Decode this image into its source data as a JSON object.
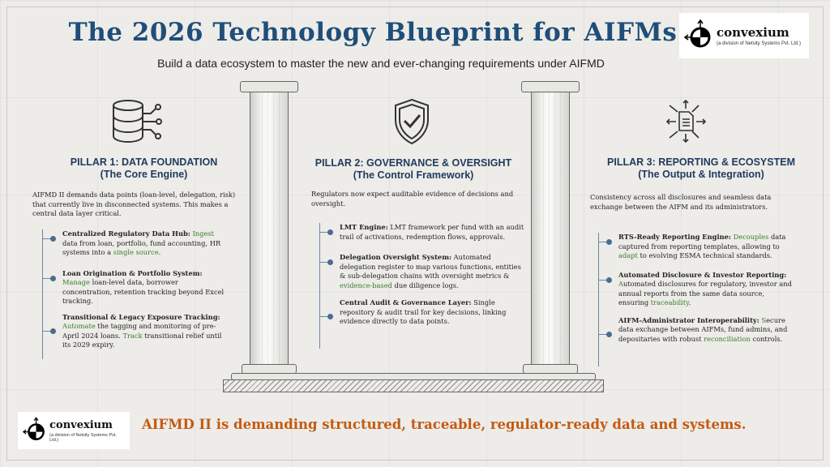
{
  "header": {
    "title": "The 2026 Technology Blueprint for AIFMs",
    "subtitle": "Build a data ecosystem to master the new and ever-changing requirements under AIFMD"
  },
  "logo": {
    "name": "convexium",
    "tagline": "(a division of Netsity Systems Pvt. Ltd.)"
  },
  "pillars": [
    {
      "icon": "database-icon",
      "title": "PILLAR 1: DATA FOUNDATION",
      "subtitle": "(The Core Engine)",
      "description": "AIFMD II demands data points (loan-level, delegation, risk) that currently live in disconnected systems. This makes a central data layer critical.",
      "items": [
        {
          "heading": "Centralized Regulatory Data Hub:",
          "segments": [
            {
              "t": " "
            },
            {
              "t": "Ingest",
              "g": true
            },
            {
              "t": " data from loan, portfolio, fund accounting, HR systems into a "
            },
            {
              "t": "single source",
              "g": true
            },
            {
              "t": "."
            }
          ]
        },
        {
          "heading": "Loan Origination & Portfolio System:",
          "segments": [
            {
              "t": " "
            },
            {
              "t": "Manage",
              "g": true
            },
            {
              "t": " loan-level data, borrower concentration, retention tracking beyond Excel tracking."
            }
          ]
        },
        {
          "heading": "Transitional & Legacy Exposure Tracking:",
          "segments": [
            {
              "t": " "
            },
            {
              "t": "Automate",
              "g": true
            },
            {
              "t": " the tagging and monitoring of pre-April 2024 loans. "
            },
            {
              "t": "Track",
              "g": true
            },
            {
              "t": " transitional relief until its 2029 expiry."
            }
          ]
        }
      ]
    },
    {
      "icon": "shield-check-icon",
      "title": "PILLAR 2: GOVERNANCE & OVERSIGHT",
      "subtitle": "(The Control Framework)",
      "description": "Regulators now expect auditable evidence of decisions and oversight.",
      "items": [
        {
          "heading": "LMT Engine:",
          "segments": [
            {
              "t": " LMT framework per fund with an audit trail of activations, redemption flows, approvals."
            }
          ]
        },
        {
          "heading": "Delegation Oversight System:",
          "segments": [
            {
              "t": " Automated delegation register to map various functions, entities & sub-delegation chains with oversight metrics & "
            },
            {
              "t": "evidence-based",
              "g": true
            },
            {
              "t": " due diligence logs."
            }
          ]
        },
        {
          "heading": "Central Audit & Governance Layer:",
          "segments": [
            {
              "t": " Single repository & audit trail for key decisions, linking evidence directly to data points."
            }
          ]
        }
      ]
    },
    {
      "icon": "document-network-icon",
      "title": "PILLAR 3: REPORTING & ECOSYSTEM",
      "subtitle": "(The Output & Integration)",
      "description": "Consistency across all disclosures and seamless data exchange between the AIFM and its administrators.",
      "items": [
        {
          "heading": "RTS-Ready Reporting Engine:",
          "segments": [
            {
              "t": " "
            },
            {
              "t": "Decouples",
              "g": true
            },
            {
              "t": " data captured from reporting templates, allowing to "
            },
            {
              "t": "adapt",
              "g": true
            },
            {
              "t": " to evolving ESMA technical standards."
            }
          ]
        },
        {
          "heading": "Automated Disclosure & Investor Reporting:",
          "segments": [
            {
              "t": " "
            },
            {
              "t": "A",
              "g": true
            },
            {
              "t": "utomated disclosures for regulatory, investor and annual reports from the same data source, ensuring "
            },
            {
              "t": "traceability",
              "g": true
            },
            {
              "t": "."
            }
          ]
        },
        {
          "heading": "AIFM-Administrator Interoperability:",
          "segments": [
            {
              "t": " "
            },
            {
              "t": "S",
              "g": true
            },
            {
              "t": "ecure data exchange between AIFMs, fund admins, and depositaries with robust "
            },
            {
              "t": "reconciliation",
              "g": true
            },
            {
              "t": " controls."
            }
          ]
        }
      ]
    }
  ],
  "footer": {
    "message": "AIFMD II is demanding structured, traceable, regulator-ready data and systems."
  },
  "colors": {
    "title": "#1f4e79",
    "highlight": "#3a7d2c",
    "footer": "#c55a11"
  }
}
